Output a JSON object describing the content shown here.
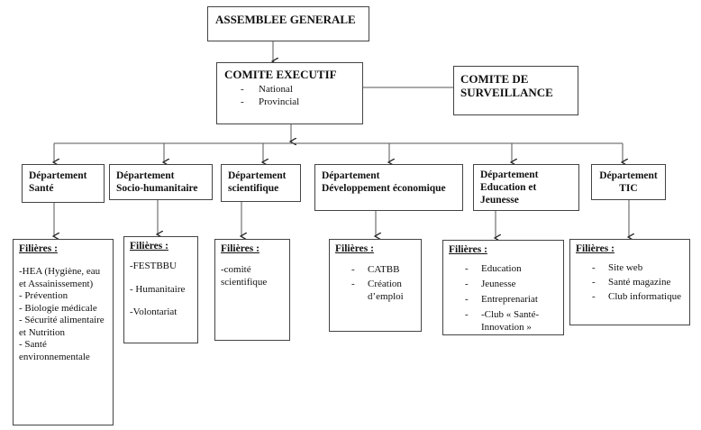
{
  "top": {
    "label": "ASSEMBLEE GENERALE"
  },
  "executive": {
    "label": "COMITE EXECUTIF",
    "items": [
      "National",
      "Provincial"
    ]
  },
  "surveillance": {
    "line1": "COMITE DE",
    "line2": "SURVEILLANCE"
  },
  "departments": [
    {
      "lines": [
        "Département",
        "Santé"
      ],
      "filieres_label": "Filières :",
      "items": [
        "-HEA (Hygiène, eau et Assainissement)",
        "- Prévention",
        "- Biologie médicale",
        "- Sécurité alimentaire et Nutrition",
        "- Santé environnementale"
      ]
    },
    {
      "lines": [
        "Département",
        "Socio-humanitaire"
      ],
      "filieres_label": "Filières :",
      "items": [
        "-FESTBBU",
        "- Humanitaire",
        "-Volontariat"
      ]
    },
    {
      "lines": [
        "Département",
        "scientifique"
      ],
      "filieres_label": "Filières :",
      "items": [
        "-comité scientifique"
      ]
    },
    {
      "lines": [
        "Département",
        "Développement économique"
      ],
      "filieres_label": "Filières :",
      "items": [
        "CATBB",
        "Création d’emploi"
      ]
    },
    {
      "lines": [
        "Département",
        "Education et",
        "Jeunesse"
      ],
      "filieres_label": "Filières :",
      "items": [
        "Education",
        "Jeunesse",
        "Entreprenariat",
        "-Club « Santé-Innovation »"
      ]
    },
    {
      "lines": [
        "Département",
        "TIC"
      ],
      "filieres_label": "Filières :",
      "items": [
        "Site web",
        "Santé  magazine",
        "Club informatique"
      ]
    }
  ]
}
